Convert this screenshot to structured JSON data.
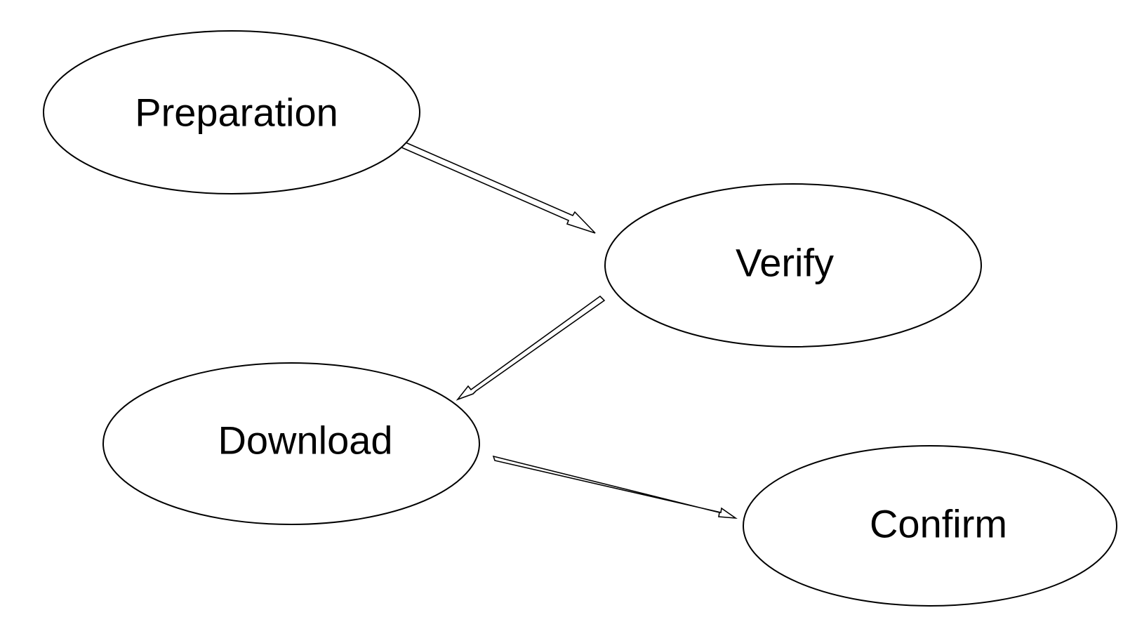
{
  "diagram": {
    "nodes": [
      {
        "id": "preparation",
        "label": "Preparation"
      },
      {
        "id": "verify",
        "label": "Verify"
      },
      {
        "id": "download",
        "label": "Download"
      },
      {
        "id": "confirm",
        "label": "Confirm"
      }
    ],
    "edges": [
      {
        "from": "preparation",
        "to": "verify"
      },
      {
        "from": "verify",
        "to": "download"
      },
      {
        "from": "download",
        "to": "confirm"
      }
    ],
    "colors": {
      "background": "#ffffff",
      "stroke": "#000000",
      "text": "#000000"
    }
  }
}
